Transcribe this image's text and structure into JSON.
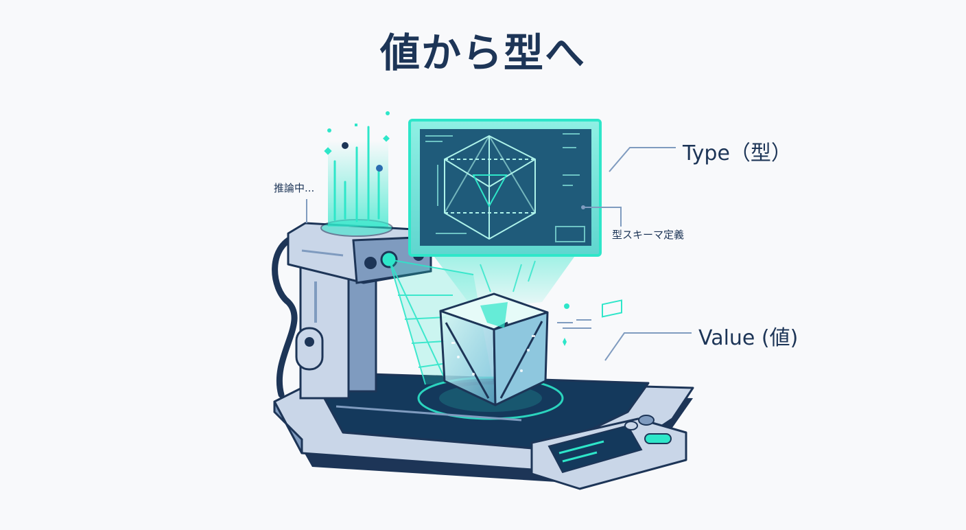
{
  "title": "値から型へ",
  "labels": {
    "type": "Type（型）",
    "value": "Value (値)",
    "schema": "型スキーマ定義",
    "inferring": "推論中..."
  },
  "colors": {
    "navy": "#1d3557",
    "steel": "#7f9bbf",
    "steel_light": "#c9d6e8",
    "teal": "#2ee6c9",
    "teal_soft": "#aef3ea",
    "screen": "#14395c",
    "background": "#f8f9fb"
  },
  "icons": [
    "hologram-cube-icon",
    "value-cube-icon",
    "scanner-lens-icon"
  ]
}
